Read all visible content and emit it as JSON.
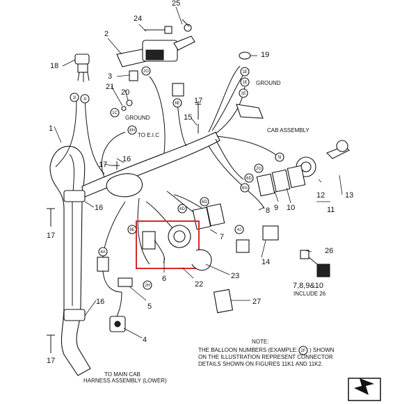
{
  "diagram": {
    "part_numbers": {
      "n1": "1",
      "n2": "2",
      "n3": "3",
      "n4": "4",
      "n5": "5",
      "n6": "6",
      "n7": "7",
      "n8": "8",
      "n9": "9",
      "n10": "10",
      "n11": "11",
      "n12": "12",
      "n13": "13",
      "n14": "14",
      "n15": "15",
      "n16a": "16",
      "n16b": "16",
      "n16c": "16",
      "n17a": "17",
      "n17b": "17",
      "n17c": "17",
      "n17d": "17",
      "n18": "18",
      "n19": "19",
      "n20": "20",
      "n21": "21",
      "n22": "22",
      "n23": "23",
      "n24": "24",
      "n25": "25",
      "n26": "26",
      "n27": "27",
      "n78910": "7,8,9&10"
    },
    "connectors": {
      "c1i_a": "1I",
      "c1i_b": "1I",
      "c1c": "1C",
      "c8h": "8H",
      "c2g": "2G",
      "c1e_a": "1E",
      "c1e_b": "1E",
      "c1e_c": "1E",
      "c6e": "6E",
      "c5i": "5I",
      "c2g_b": "2G",
      "c6d": "6D",
      "c6g": "6G",
      "c4j": "4J",
      "c6d_b": "6D",
      "c6d_c": "6D",
      "c4a": "4A",
      "c2h": "2H",
      "c6e_b": "6E",
      "c2f": "2F"
    },
    "labels": {
      "ground_top": "GROUND",
      "ground_left": "GROUND",
      "to_eic": "TO E.I.C",
      "cab_assembly": "CAB ASSEMBLY",
      "include_26": "INCLUDE 26",
      "to_main_cab_1": "TO MAIN CAB",
      "to_main_cab_2": "HARNESS ASSEMBLY (LOWER)"
    },
    "note": {
      "title": "NOTE:",
      "line1_pre": "THE BALLOON NUMBERS (EXAMPLE:",
      "line1_post": ") SHOWN",
      "line2": "ON THE ILLUSTRATION REPRESENT CONNECTOR",
      "line3": "DETAILS SHOWN ON FIGURES 11K1 AND 11K2."
    },
    "colors": {
      "ink": "#111111",
      "highlight": "#d62828",
      "paper": "#ffffff"
    }
  }
}
